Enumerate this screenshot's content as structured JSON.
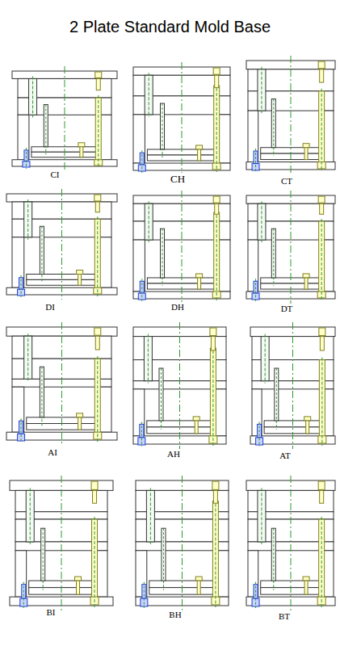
{
  "diagram": {
    "title": "2 Plate Standard Mold Base",
    "labels": [
      "CI",
      "CH",
      "CT",
      "DI",
      "DH",
      "DT",
      "AI",
      "AH",
      "AT",
      "BI",
      "BH",
      "BT"
    ]
  }
}
